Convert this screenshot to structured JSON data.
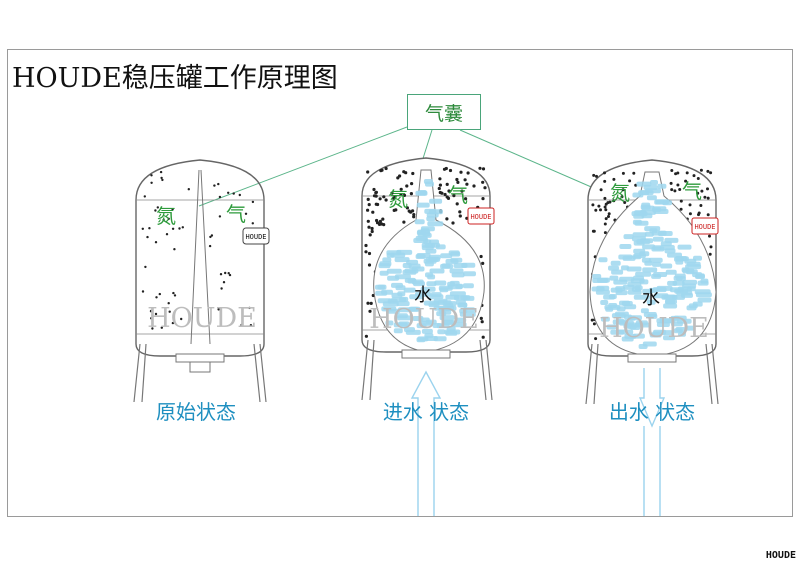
{
  "title": "HOUDE稳压罐工作原理图",
  "bladder_label": "气囊",
  "footer_mark": "HOUDE",
  "tanks": [
    {
      "id": "original",
      "caption": "原始状态",
      "gas_left": "氮",
      "gas_right": "气",
      "water": "",
      "watermark": "HOUDE",
      "tag": "HOUDE"
    },
    {
      "id": "inflow",
      "caption": "进水 状态",
      "gas_left": "氮",
      "gas_right": "气",
      "water": "水",
      "watermark": "HOUDE",
      "tag": "HOUDE"
    },
    {
      "id": "outflow",
      "caption": "出水 状态",
      "gas_left": "氮",
      "gas_right": "气",
      "water": "水",
      "watermark": "HOUDE",
      "tag": "HOUDE"
    }
  ],
  "colors": {
    "caption": "#1e8fc0",
    "gas_text": "#2e9b3c",
    "leader_line": "#5bb58a",
    "water_blob": "#9fd7ef",
    "tag_red": "#cc2222"
  }
}
